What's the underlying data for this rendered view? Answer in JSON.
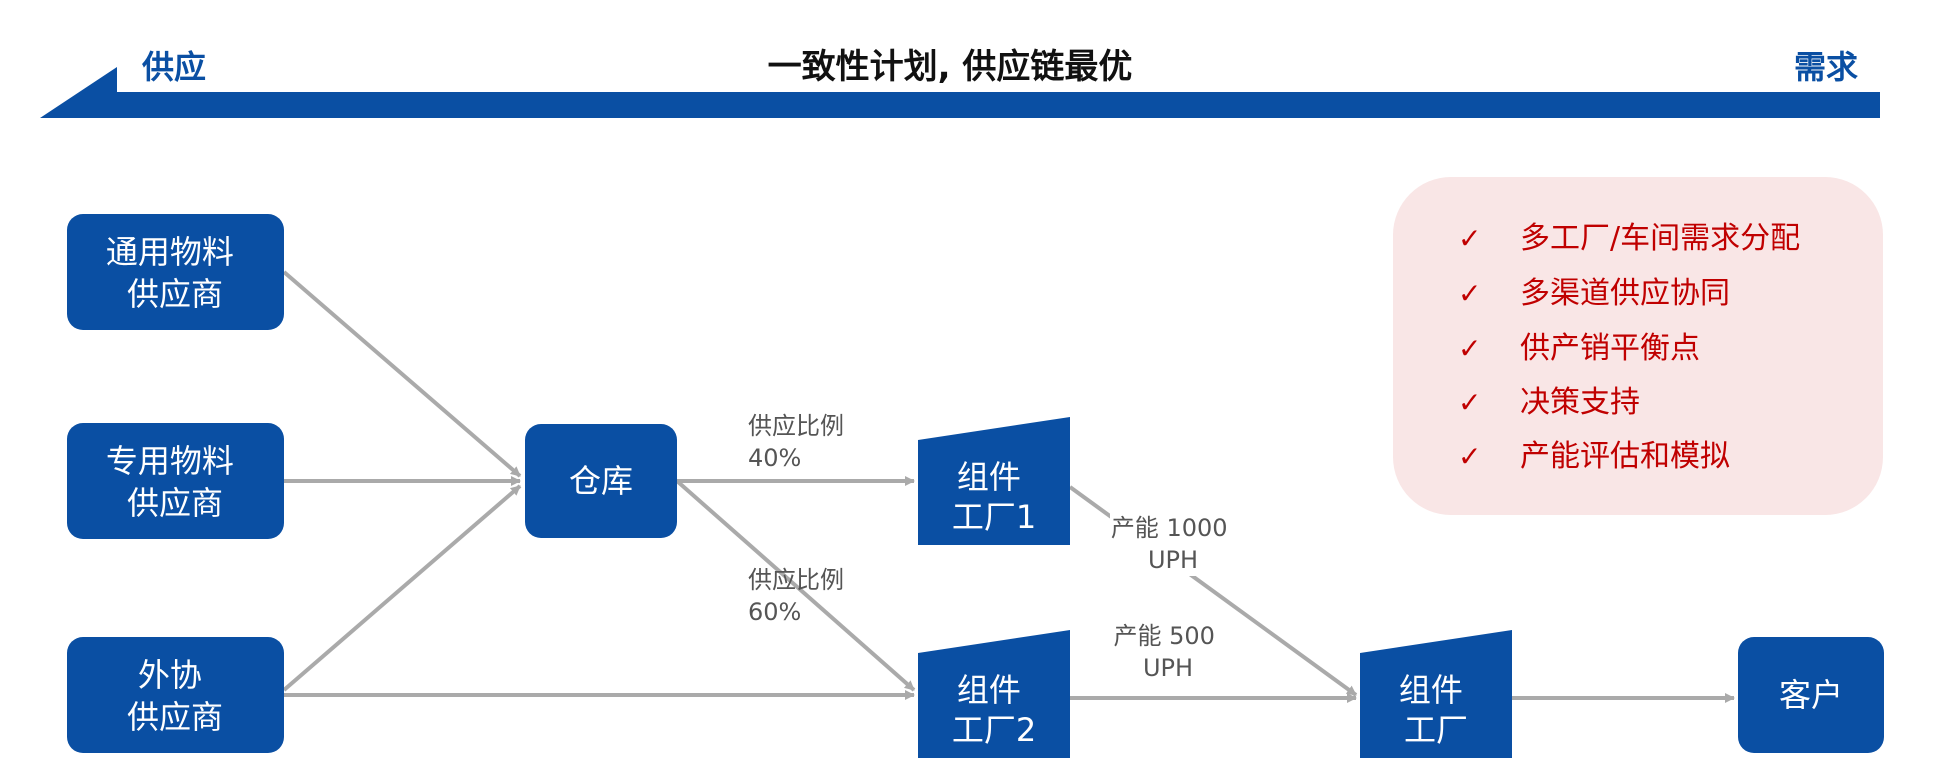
{
  "colors": {
    "primary": "#0a4fa3",
    "arrow": "#aaaaaa",
    "panel_bg": "#f9e6e6",
    "feature_text": "#c00000",
    "title_text": "#111111",
    "label_text": "#555555"
  },
  "banner": {
    "left_label": "供应",
    "title": "一致性计划, 供应链最优",
    "right_label": "需求"
  },
  "nodes": {
    "general_supplier": [
      "通用物料",
      "供应商"
    ],
    "special_supplier": [
      "专用物料",
      "供应商"
    ],
    "outsource_supplier": [
      "外协",
      "供应商"
    ],
    "warehouse": [
      "仓库"
    ],
    "plant1": [
      "组件",
      "工厂1"
    ],
    "plant2": [
      "组件",
      "工厂2"
    ],
    "plant": [
      "组件",
      "工厂"
    ],
    "customer": [
      "客户"
    ]
  },
  "edge_labels": {
    "ratio_40": [
      "供应比例",
      "40%"
    ],
    "ratio_60": [
      "供应比例",
      "60%"
    ],
    "capacity_1000": [
      "产能 1000",
      "UPH"
    ],
    "capacity_500": [
      "产能 500",
      "UPH"
    ]
  },
  "features": {
    "check": "✓",
    "items": [
      "多工厂/车间需求分配",
      "多渠道供应协同",
      "供产销平衡点",
      "决策支持",
      "产能评估和模拟"
    ]
  }
}
